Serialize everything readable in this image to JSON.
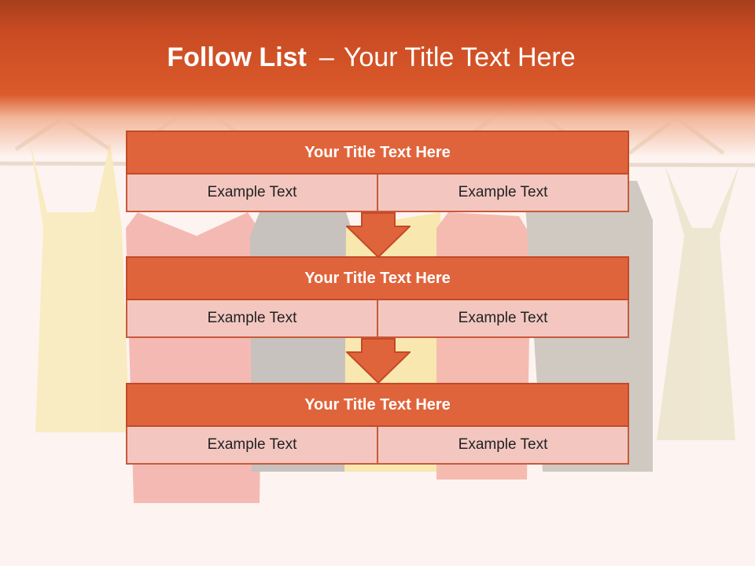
{
  "header": {
    "title_bold": "Follow List",
    "title_sep": "–",
    "title_rest": "Your Title Text Here"
  },
  "colors": {
    "header_dark": "#a73e1c",
    "header_accent": "#dc5a2b",
    "box_title_fill": "#e0643b",
    "box_cell_fill": "#f3c7c0",
    "background": "#fdf4f1"
  },
  "list": [
    {
      "title": "Your Title Text Here",
      "left": "Example Text",
      "right": "Example Text"
    },
    {
      "title": "Your Title Text Here",
      "left": "Example Text",
      "right": "Example Text"
    },
    {
      "title": "Your Title Text Here",
      "left": "Example Text",
      "right": "Example Text"
    }
  ],
  "icons": [
    "down-arrow-icon",
    "down-arrow-icon"
  ]
}
